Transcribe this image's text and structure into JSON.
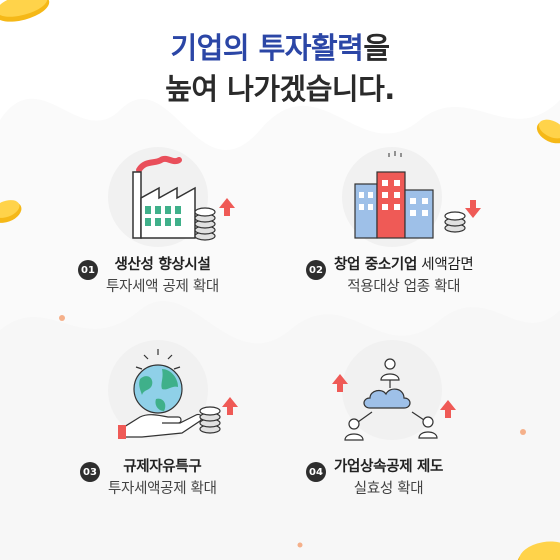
{
  "title": {
    "line1_accent": "기업의 투자활력",
    "line1_rest": "을",
    "line2": "높여 나가겠습니다."
  },
  "items": [
    {
      "number": "01",
      "bold": "생산성 향상시설",
      "normal": "",
      "line2": "투자세액 공제 확대",
      "icon": "factory-icon",
      "trend": "up-arrow-icon"
    },
    {
      "number": "02",
      "bold": "창업 중소기업",
      "normal": " 세액감면",
      "line2": "적용대상 업종 확대",
      "icon": "buildings-icon",
      "trend": "down-arrow-icon"
    },
    {
      "number": "03",
      "bold": "규제자유특구",
      "normal": "",
      "line2": "투자세액공제 확대",
      "icon": "globe-hand-icon",
      "trend": "up-arrow-icon"
    },
    {
      "number": "04",
      "bold": "가업상속공제 제도",
      "normal": "",
      "line2": "실효성 확대",
      "icon": "cloud-people-icon",
      "trend": "up-arrow-icon"
    }
  ],
  "colors": {
    "title_accent": "#2b46a6",
    "title_text": "#2a2a2a",
    "arrow_up": "#ef5a56",
    "arrow_down": "#ef5a56",
    "coin": "#f5b817",
    "number_badge": "#2e2e2e"
  }
}
